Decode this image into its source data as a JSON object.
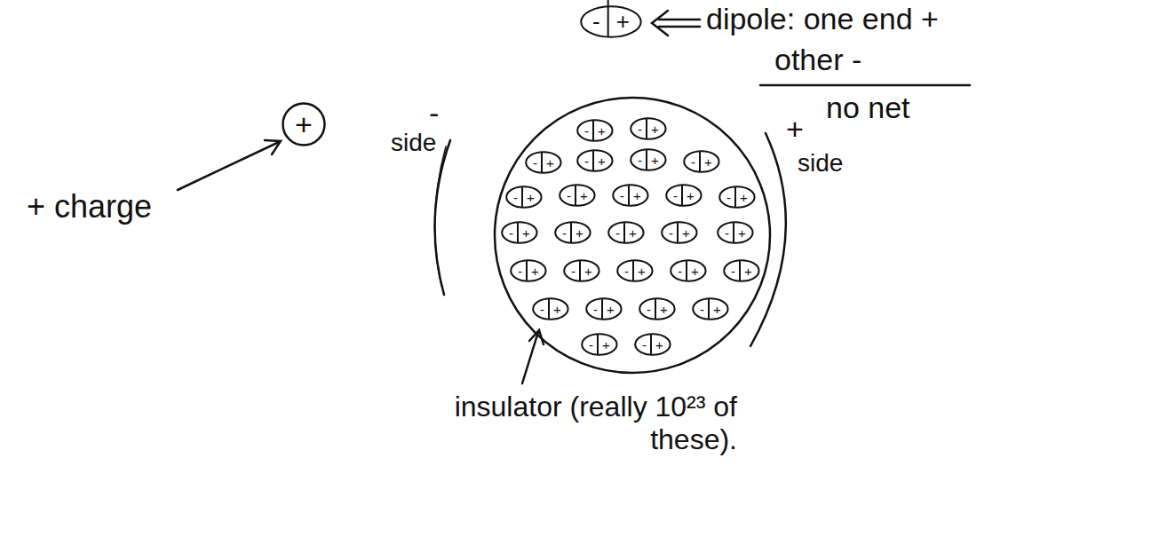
{
  "diagram": {
    "nodes": [
      {
        "text": [
          "-",
          "+"
        ]
      },
      {
        "text": [
          "+"
        ]
      },
      {
        "text": [
          "-",
          "+"
        ]
      },
      {
        "text": [
          "-",
          "+"
        ]
      },
      {
        "text": [
          "-",
          "+"
        ]
      },
      {
        "text": [
          "-",
          "+"
        ]
      },
      {
        "text": [
          "-",
          "+"
        ]
      },
      {
        "text": [
          "-",
          "+"
        ]
      },
      {
        "text": [
          "-",
          "+"
        ]
      },
      {
        "text": [
          "-",
          "+"
        ]
      },
      {
        "text": [
          "-",
          "+"
        ]
      },
      {
        "text": [
          "-",
          "+"
        ]
      },
      {
        "text": [
          "-",
          "+"
        ]
      },
      {
        "text": [
          "-",
          "+"
        ]
      },
      {
        "text": [
          "-",
          "+"
        ]
      },
      {
        "text": [
          "-",
          "+"
        ]
      },
      {
        "text": [
          "-",
          "+"
        ]
      },
      {
        "text": [
          "-",
          "+"
        ]
      },
      {
        "text": [
          "-",
          "+"
        ]
      },
      {
        "text": [
          "-",
          "+"
        ]
      },
      {
        "text": [
          "-",
          "+"
        ]
      },
      {
        "text": [
          "-",
          "+"
        ]
      },
      {
        "text": [
          "-",
          "+"
        ]
      },
      {
        "text": [
          "-",
          "+"
        ]
      },
      {
        "text": [
          "-",
          "+"
        ]
      },
      {
        "text": [
          "-",
          "+"
        ]
      },
      {
        "text": [
          "-",
          "+"
        ]
      },
      {
        "text": [
          "-",
          "+"
        ]
      },
      {
        "text": [
          "-",
          "+"
        ]
      }
    ],
    "labels": [
      "dipole: one end +",
      "other -",
      "no net",
      "-",
      "side",
      "+",
      "side",
      "+ charge",
      "insulator (really 10²³ of these)."
    ]
  }
}
